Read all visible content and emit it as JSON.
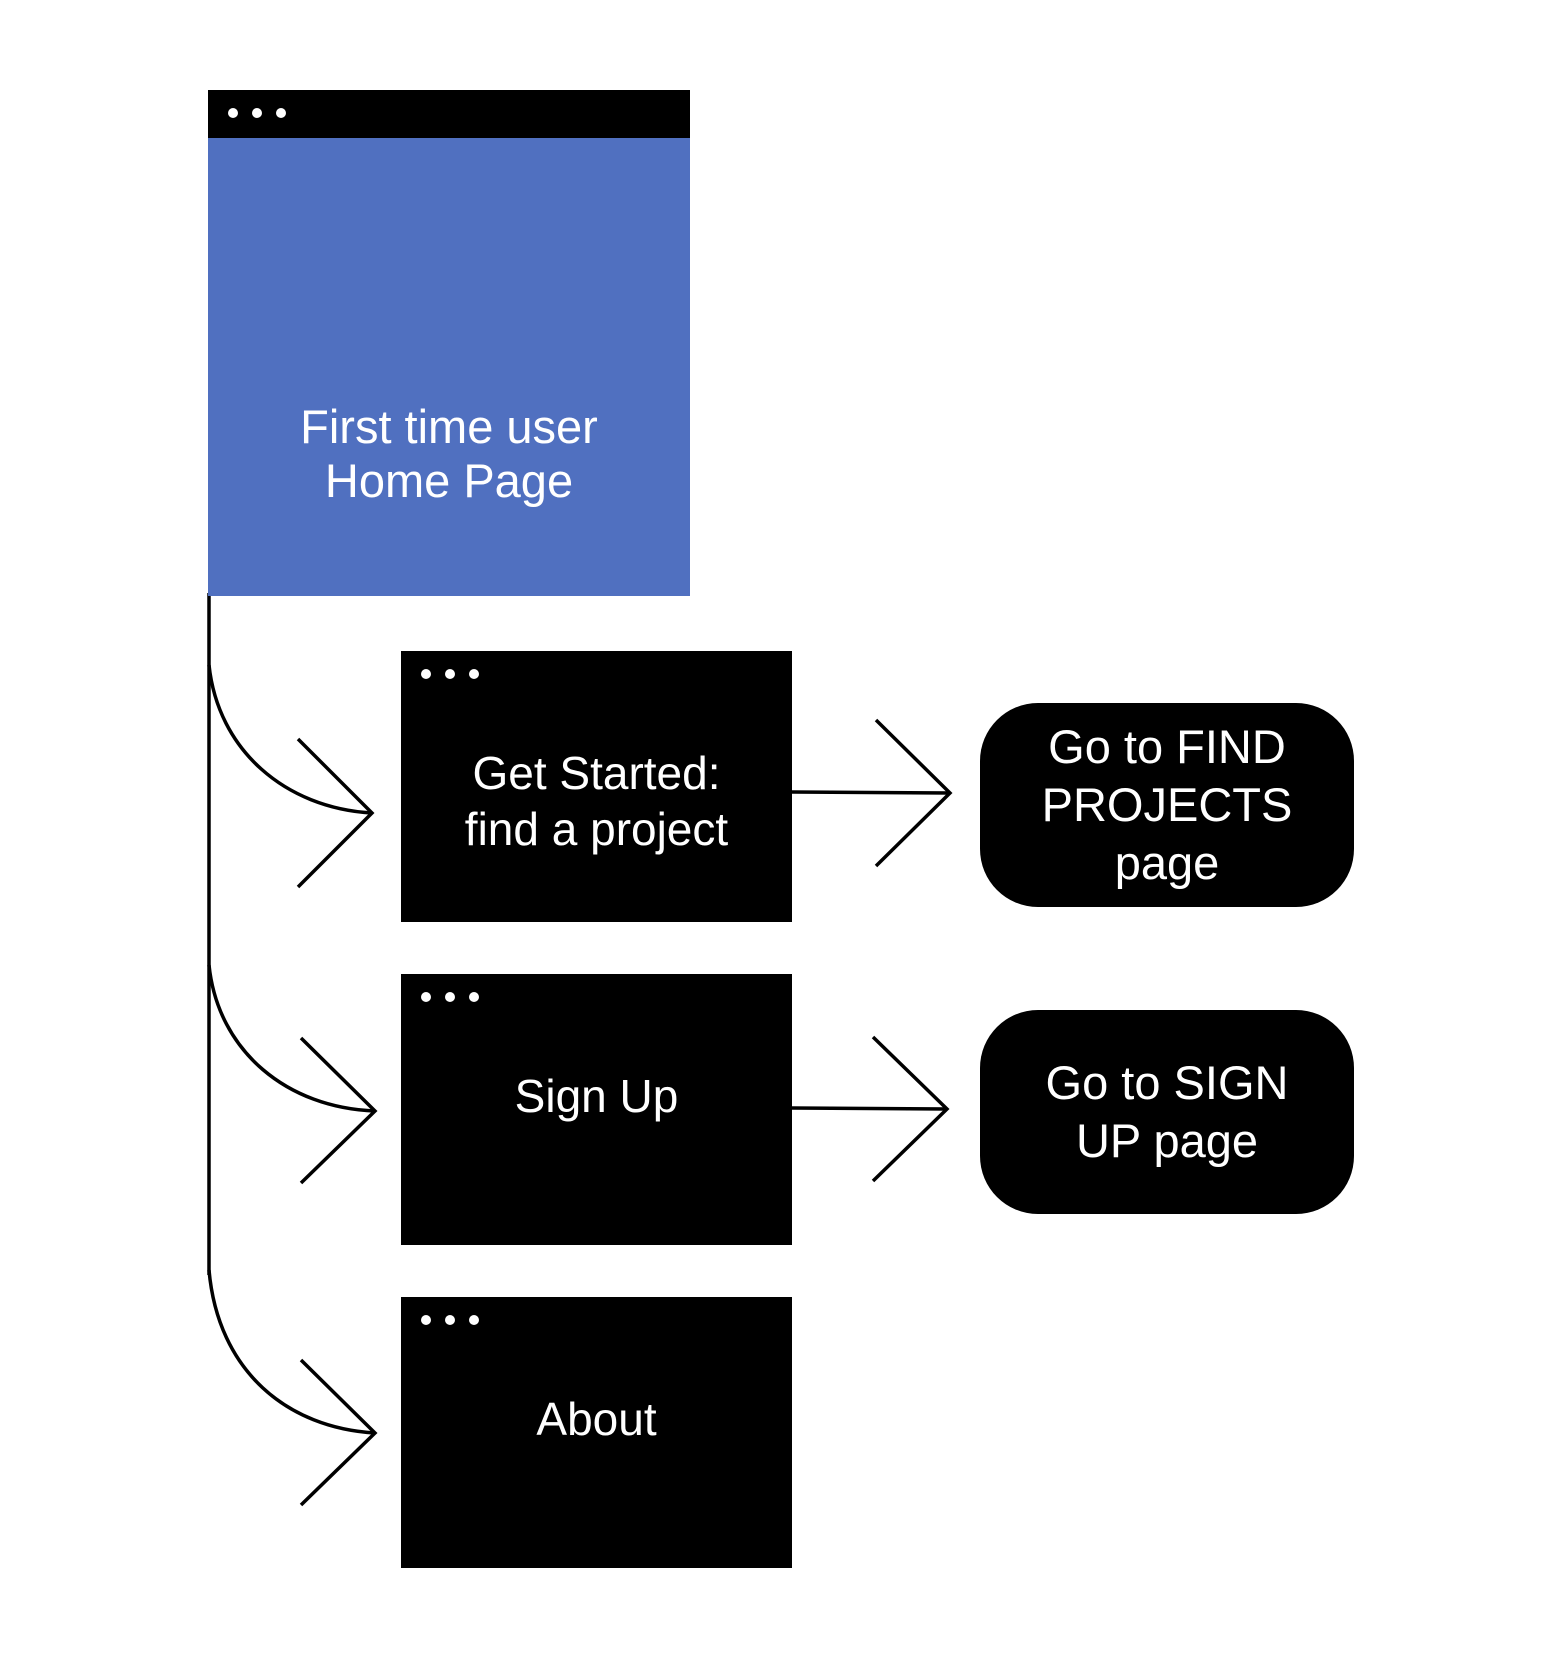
{
  "home": {
    "line1": "First time user",
    "line2": "Home Page",
    "window_dots_icon": "window-dots"
  },
  "cards": {
    "get_started": {
      "line1": "Get Started:",
      "line2": "find a project"
    },
    "sign_up": {
      "label": "Sign Up"
    },
    "about": {
      "label": "About"
    }
  },
  "destinations": {
    "find_projects": {
      "line1": "Go to FIND",
      "line2": "PROJECTS",
      "line3": "page"
    },
    "sign_up_page": {
      "line1": "Go to SIGN",
      "line2": "UP page"
    }
  },
  "colors": {
    "home_fill": "#5070c0",
    "card_fill": "#000000",
    "text": "#ffffff",
    "connector": "#000000"
  }
}
